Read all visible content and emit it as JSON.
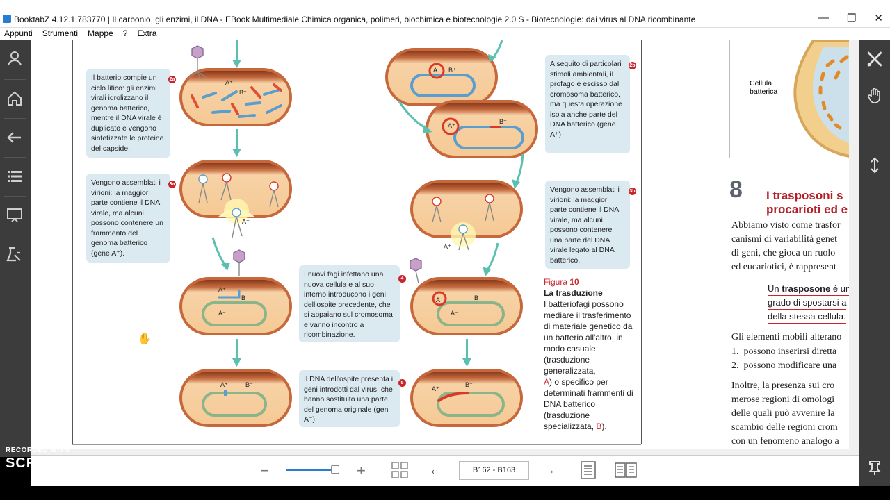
{
  "window": {
    "title": "BooktabZ 4.12.1.783770 | Il carbonio, gli enzimi, il DNA - EBook Multimediale Chimica organica, polimeri, biochimica e biotecnologie 2.0 S - Biotecnologie: dai virus al DNA ricombinante",
    "minimize": "—",
    "maximize": "❐",
    "close": "✕"
  },
  "menu": [
    "Appunti",
    "Strumenti",
    "Mappe",
    "?",
    "Extra"
  ],
  "figure": {
    "captions": {
      "c2a": "Il batterio compie un ciclo litico: gli enzimi virali idrolizzano il genoma batterico, mentre il DNA virale è duplicato e vengono sintetizzate le proteine del capside.",
      "c3a": "Vengono assemblati i virioni: la maggior parte contiene il DNA virale, ma alcuni possono contenere un frammento del genoma batterico (gene A⁺).",
      "c4": "I nuovi fagi infettano una nuova cellula e al suo interno introducono i geni dell'ospite precedente, che si appaiano sul cromosoma e vanno incontro a ricombinazione.",
      "c5": "Il DNA dell'ospite presenta i geni introdotti dal virus, che hanno sostituito una parte del genoma originale (geni A⁻).",
      "c2b": "A seguito di particolari stimoli ambientali, il profago è escisso dal cromosoma batterico, ma questa operazione isola anche parte del DNA batterico (gene A⁺)",
      "c3b": "Vengono assemblati i virioni: la maggior parte contiene il DNA virale, ma alcuni possono contenere una parte del DNA virale legato al DNA batterico."
    },
    "badges": {
      "b2a": "2a",
      "b3a": "3a",
      "b4": "4",
      "b5": "5",
      "b2b": "2b",
      "b3b": "3b"
    },
    "labels": {
      "a_plus": "A⁺",
      "b_plus": "B⁺",
      "a_minus": "A⁻",
      "b_minus": "B⁻"
    },
    "fig_caption": {
      "num_label": "Figura",
      "num": "10",
      "title": "La trasduzione",
      "text1": "I batteriofagi possono mediare il trasferimento di materiale genetico da un batterio all'altro, in modo casuale (trasduzione generalizzata,",
      "a_letter": "A",
      "text2": ") o specifico per determinati frammenti di DNA batterico (trasduzione specializzata,",
      "b_letter": "B",
      "text3": ")."
    }
  },
  "right_page": {
    "image_label": "Cellula batterica",
    "section_number": "8",
    "section_title_1": "I trasposoni s",
    "section_title_2": "procarioti ed e",
    "para1": [
      "Abbiamo visto come trasfor",
      "canismi di variabilità genet",
      "di geni, che gioca un ruolo",
      "ed eucariotici, è rappresent"
    ],
    "def1_a": "Un ",
    "def1_b": "trasposone",
    "def1_c": " è un",
    "def2": "grado di spostarsi a",
    "def3": "della stessa cellula.",
    "para2": "Gli elementi mobili alterano",
    "list": [
      {
        "num": "1.",
        "text": "possono inserirsi diretta"
      },
      {
        "num": "2.",
        "text": "possono modificare una"
      }
    ],
    "para3": [
      "Inoltre, la presenza sui cro",
      "merose regioni di omologi",
      "delle quali può avvenire la",
      "scambio delle regioni crom",
      "con un fenomeno analogo a"
    ]
  },
  "toolbar": {
    "zoom_out": "−",
    "zoom_in": "+",
    "zoom_level": 0.85,
    "page_value": "B162 - B163",
    "prev": "←",
    "next": "→"
  },
  "watermark": {
    "top": "RECORDED WITH",
    "brand": "SCREENCAST  MATIC"
  },
  "colors": {
    "accent": "#2a7bd4",
    "brand_red": "#c9252c",
    "sidebar": "#3c3c3c",
    "caption_bg": "#dbe9f1"
  }
}
